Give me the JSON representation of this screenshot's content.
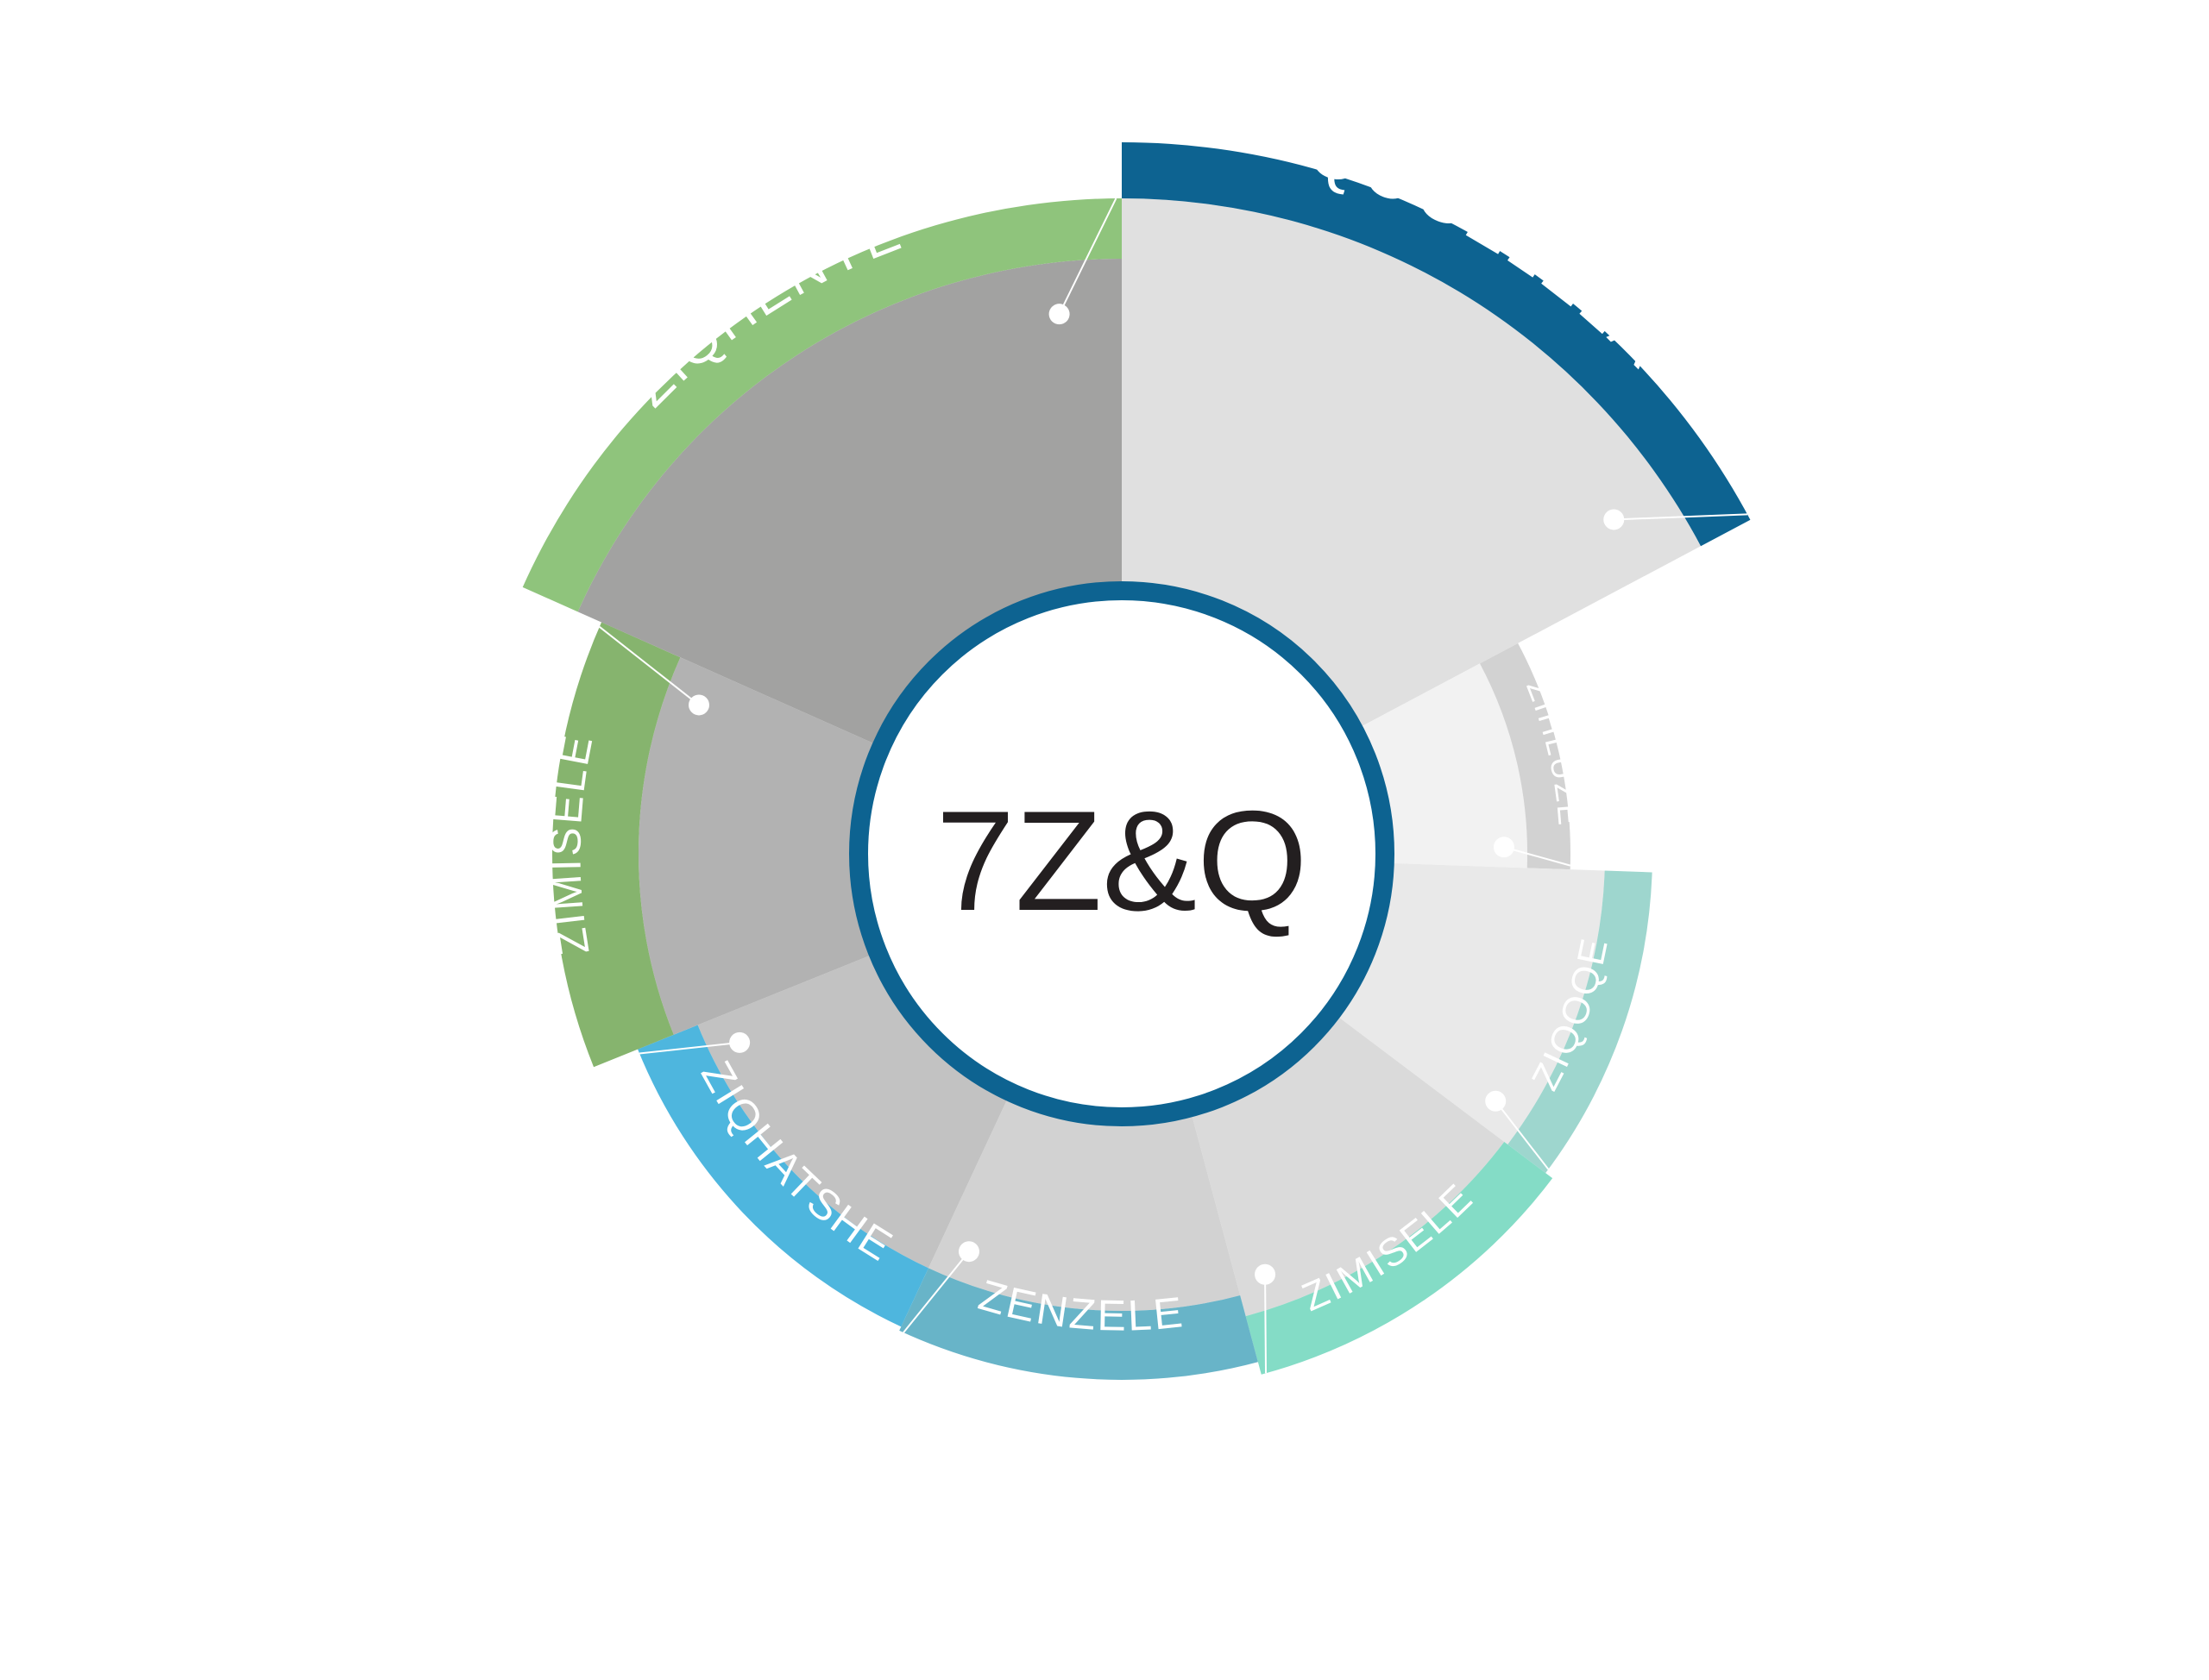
{
  "center": {
    "label": "7Z&Q",
    "ring_color": "#0d6391"
  },
  "segments": [
    {
      "label": "QOGELELA",
      "band_color": "#0d6391",
      "sector_color": "#e0e0e0",
      "label_color": "#ffffff"
    },
    {
      "label": "ZIHLUZE",
      "band_color": "#d2d2d2",
      "sector_color": "#f2f2f2",
      "label_color": "#ffffff"
    },
    {
      "label": "ZIQOQE",
      "band_color": "#9ed6ce",
      "sector_color": "#e9e9e9",
      "label_color": "#ffffff"
    },
    {
      "label": "ZIMISELE",
      "band_color": "#84dcc6",
      "sector_color": "#dadada",
      "label_color": "#ffffff"
    },
    {
      "label": "ZENZELE",
      "band_color": "#68b4c8",
      "sector_color": "#d2d2d2",
      "label_color": "#ffffff"
    },
    {
      "label": "ZIQHATSHE",
      "band_color": "#4eb6de",
      "sector_color": "#c2c2c2",
      "label_color": "#ffffff"
    },
    {
      "label": "ZIMISELE",
      "band_color": "#86b46e",
      "sector_color": "#b2b2b2",
      "label_color": "#ffffff"
    },
    {
      "label": "ZIQHENYE",
      "band_color": "#8fc47c",
      "sector_color": "#a2a2a1",
      "label_color": "#ffffff"
    }
  ]
}
